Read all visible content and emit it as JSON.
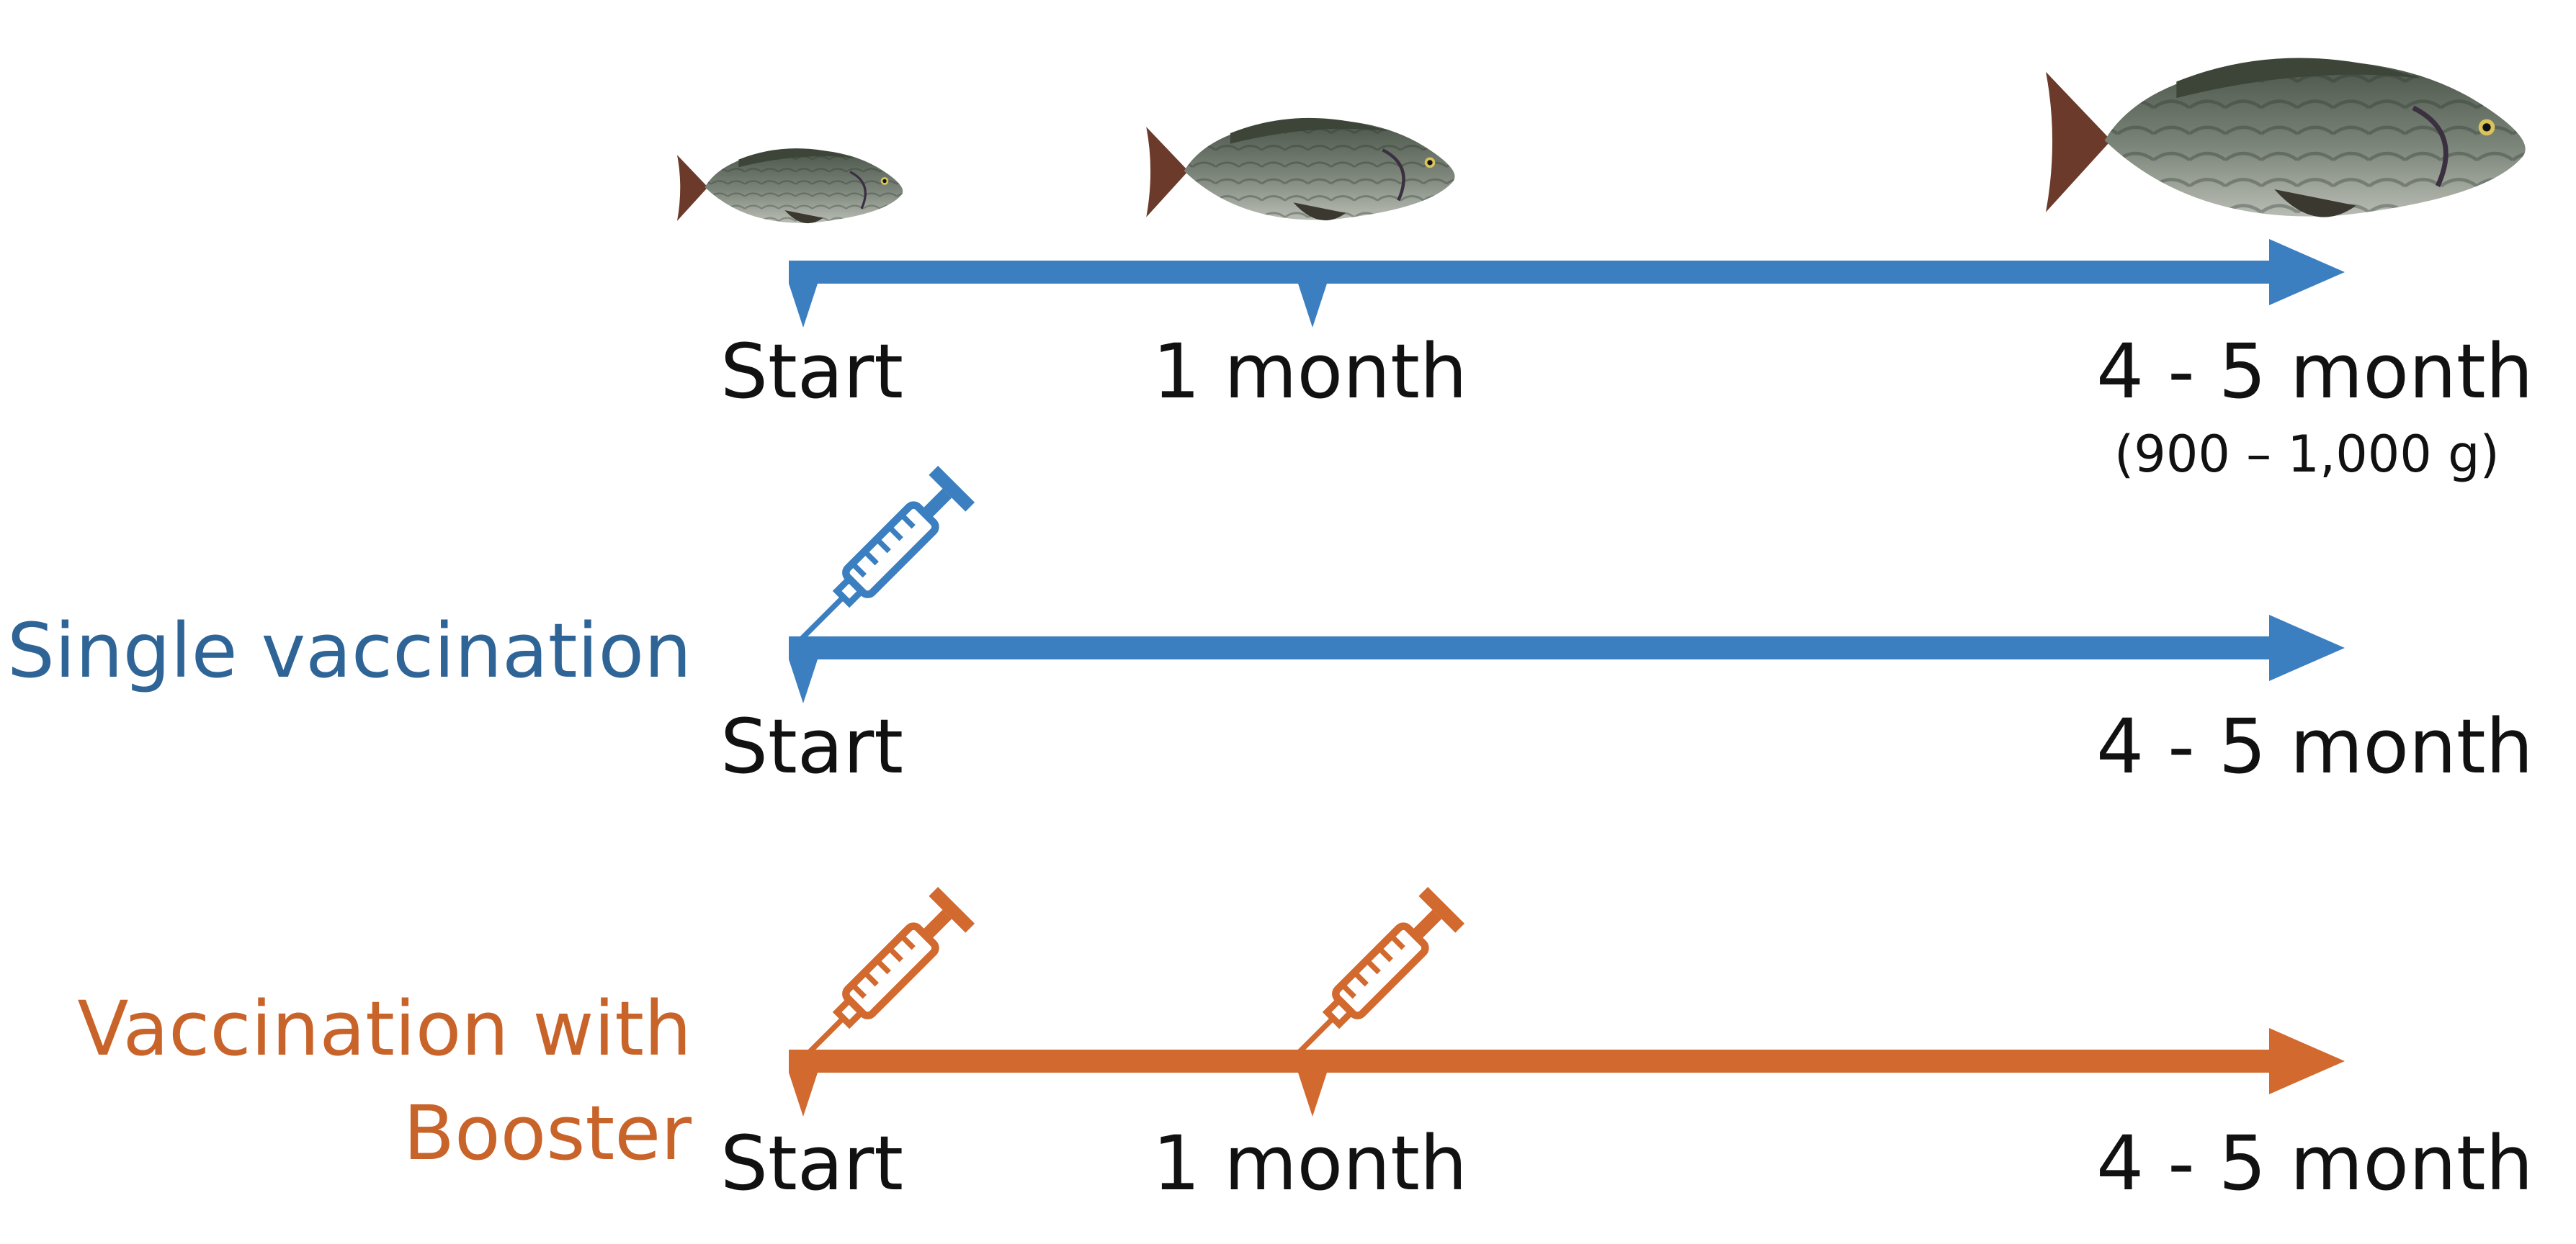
{
  "colors": {
    "blue": "#3b7fc1",
    "orange": "#d2692e",
    "label_blue": "#2f6496",
    "label_orange": "#c8642a",
    "text": "#111111"
  },
  "growth_timeline": {
    "ticks": [
      "Start",
      "1 month",
      "4 - 5 month"
    ],
    "final_weight": "(900 – 1,000 g)",
    "icons": [
      "fish-icon",
      "fish-icon",
      "fish-icon"
    ]
  },
  "single_vaccination": {
    "label": "Single vaccination",
    "ticks": [
      "Start",
      "4 - 5 month"
    ],
    "icons": [
      "syringe-icon"
    ]
  },
  "booster_vaccination": {
    "label_line1": "Vaccination with",
    "label_line2": "Booster",
    "ticks": [
      "Start",
      "1 month",
      "4 - 5 month"
    ],
    "icons": [
      "syringe-icon",
      "syringe-icon"
    ]
  }
}
